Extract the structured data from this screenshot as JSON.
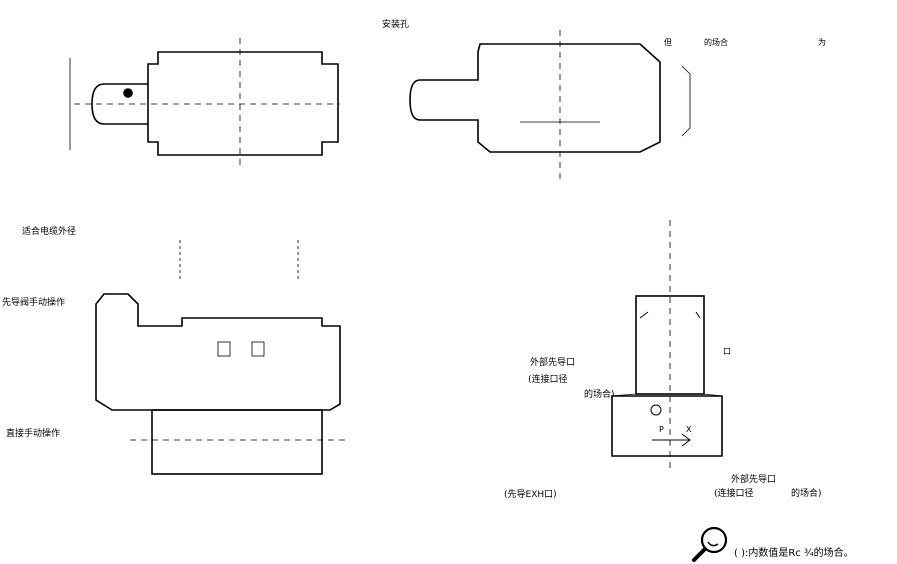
{
  "labels": {
    "mount_hole": "安装孔",
    "but_case": "的场合",
    "but_prefix": "但",
    "as_suffix": "为",
    "cable_od": "适合电缆外径",
    "pilot_manual": "先导阀手动操作",
    "direct_manual": "直接手动操作",
    "ext_pilot_1": "外部先导口",
    "ext_pilot_1_note_a": "(连接口径",
    "ext_pilot_1_note_b": "的场合)",
    "pilot_exh": "(先导EXH口)",
    "ext_pilot_2": "外部先导口",
    "ext_pilot_2_note": "(连接口径",
    "ext_pilot_2_note_b": "的场合)",
    "port_p": "P",
    "port_x": "X",
    "square_mark": "口",
    "footnote": "( ):内数值是Rc ¾的场合。"
  },
  "icons": {
    "footnote_icon": "magnifier-icon"
  }
}
